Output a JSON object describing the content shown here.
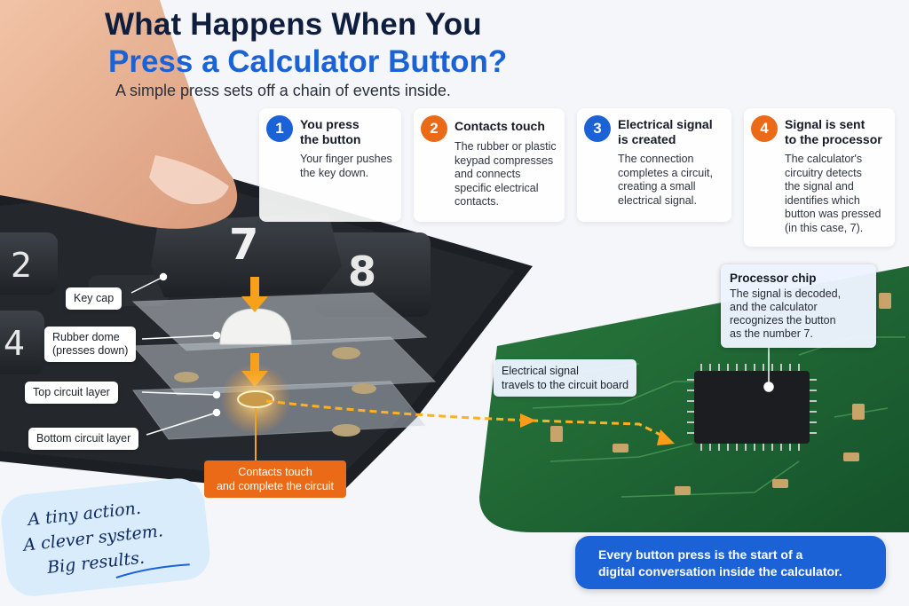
{
  "title_line1": "What Happens When You",
  "title_line2": "Press a Calculator Button?",
  "subtitle": "A simple press sets off a chain of events inside.",
  "steps": [
    {
      "number": "1",
      "color": "#1b62d6",
      "title1": "You press",
      "title2": "the button",
      "desc": [
        "Your finger pushes",
        "the key down."
      ]
    },
    {
      "number": "2",
      "color": "#ea6a17",
      "title1": "Contacts touch",
      "title2": "",
      "desc": [
        "The rubber or plastic",
        "keypad compresses",
        "and connects",
        "specific electrical",
        "contacts."
      ]
    },
    {
      "number": "3",
      "color": "#1b62d6",
      "title1": "Electrical signal",
      "title2": "is created",
      "desc": [
        "The connection",
        "completes a circuit,",
        "creating a small",
        "electrical signal."
      ]
    },
    {
      "number": "4",
      "color": "#ea6a17",
      "title1": "Signal is sent",
      "title2": "to the processor",
      "desc": [
        "The calculator's",
        "circuitry detects",
        "the signal and",
        "identifies which",
        "button was pressed",
        "(in this case, 7)."
      ]
    }
  ],
  "keys": {
    "seven": "7",
    "eight": "8",
    "two": "2",
    "four": "4"
  },
  "labels": {
    "key_cap": "Key cap",
    "rubber_dome_1": "Rubber dome",
    "rubber_dome_2": "(presses down)",
    "top_layer": "Top circuit layer",
    "bottom_layer": "Bottom circuit layer",
    "contacts_1": "Contacts touch",
    "contacts_2": "and complete the circuit",
    "signal_1": "Electrical signal",
    "signal_2": "travels to the circuit board"
  },
  "processor": {
    "title": "Processor chip",
    "desc": [
      "The signal is decoded,",
      "and the calculator",
      "recognizes the button",
      "as the number 7."
    ]
  },
  "tagline": [
    "A tiny action.",
    "A clever system.",
    "Big results."
  ],
  "banner": [
    "Every button press is the start of a",
    "digital conversation inside the calculator."
  ],
  "colors": {
    "accent_blue": "#1b62d6",
    "accent_orange": "#ea6a17",
    "pcb_green": "#1f6b34",
    "title_navy": "#0f1e3d"
  }
}
